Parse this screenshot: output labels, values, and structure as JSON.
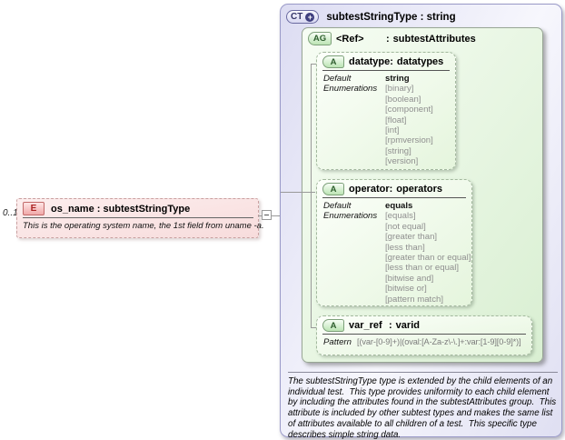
{
  "ui": {
    "colon": ":",
    "plus": "+"
  },
  "element": {
    "cardinality": "0..1",
    "icon": "E",
    "title": "os_name : subtestStringType",
    "annotation": "This is the operating system name, the 1st field from uname -a."
  },
  "complex_type": {
    "icon": "CT",
    "title": "subtestStringType : string",
    "attribute_group": {
      "icon": "AG",
      "name": "<Ref>",
      "type": "subtestAttributes",
      "attributes": [
        {
          "icon": "A",
          "name": "datatype",
          "type": "datatypes",
          "facets": [
            {
              "label": "Default",
              "value": "string",
              "style": "default"
            },
            {
              "label": "Enumerations",
              "value": "[binary]",
              "style": "enum"
            },
            {
              "label": "",
              "value": "[boolean]",
              "style": "enum"
            },
            {
              "label": "",
              "value": "[component]",
              "style": "enum"
            },
            {
              "label": "",
              "value": "[float]",
              "style": "enum"
            },
            {
              "label": "",
              "value": "[int]",
              "style": "enum"
            },
            {
              "label": "",
              "value": "[rpmversion]",
              "style": "enum"
            },
            {
              "label": "",
              "value": "[string]",
              "style": "enum"
            },
            {
              "label": "",
              "value": "[version]",
              "style": "enum"
            }
          ]
        },
        {
          "icon": "A",
          "name": "operator",
          "type": "operators",
          "facets": [
            {
              "label": "Default",
              "value": "equals",
              "style": "default"
            },
            {
              "label": "Enumerations",
              "value": "[equals]",
              "style": "enum"
            },
            {
              "label": "",
              "value": "[not equal]",
              "style": "enum"
            },
            {
              "label": "",
              "value": "[greater than]",
              "style": "enum"
            },
            {
              "label": "",
              "value": "[less than]",
              "style": "enum"
            },
            {
              "label": "",
              "value": "[greater than or equal]",
              "style": "enum"
            },
            {
              "label": "",
              "value": "[less than or equal]",
              "style": "enum"
            },
            {
              "label": "",
              "value": "[bitwise and]",
              "style": "enum"
            },
            {
              "label": "",
              "value": "[bitwise or]",
              "style": "enum"
            },
            {
              "label": "",
              "value": "[pattern match]",
              "style": "enum"
            }
          ]
        },
        {
          "icon": "A",
          "name": "var_ref",
          "type": "varid",
          "facets": [
            {
              "label": "Pattern",
              "value": "[(var-[0-9]+)|(oval:[A-Za-z\\-\\.]+:var:[1-9][0-9]*)]",
              "style": "pattern"
            }
          ]
        }
      ]
    },
    "documentation": "The subtestStringType type is extended by the child elements of an individual test.  This type provides uniformity to each child element by including the attributes found in the subtestAttributes group.  This attribute is included by other subtest types and makes the same list of attributes available to all children of a test.  This specific type describes simple string data."
  }
}
